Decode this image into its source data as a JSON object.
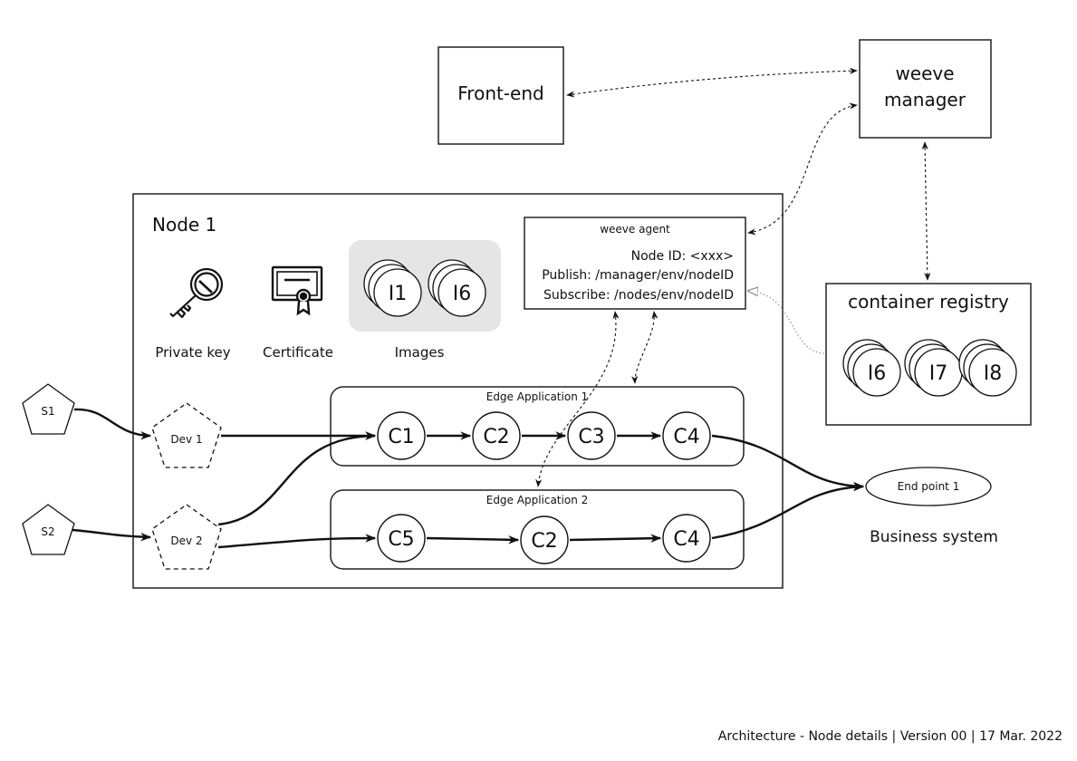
{
  "frontend": {
    "label": "Front-end"
  },
  "manager": {
    "line1": "weeve",
    "line2": "manager"
  },
  "registry": {
    "title": "container registry",
    "images": [
      "I6",
      "I7",
      "I8"
    ]
  },
  "node": {
    "title": "Node 1",
    "private_key_label": "Private key",
    "certificate_label": "Certificate",
    "images_label": "Images",
    "images": [
      "I1",
      "I6"
    ],
    "agent": {
      "title": "weeve agent",
      "node_id": "Node ID: <xxx>",
      "publish": "Publish: /manager/env/nodeID",
      "subscribe": "Subscribe: /nodes/env/nodeID"
    },
    "sources": [
      "S1",
      "S2"
    ],
    "devices": [
      "Dev 1",
      "Dev 2"
    ],
    "apps": [
      {
        "title": "Edge Application 1",
        "containers": [
          "C1",
          "C2",
          "C3",
          "C4"
        ]
      },
      {
        "title": "Edge Application 2",
        "containers": [
          "C5",
          "C2",
          "C4"
        ]
      }
    ]
  },
  "endpoint": {
    "label": "End point 1",
    "caption": "Business system"
  },
  "footer": "Architecture - Node details | Version 00 | 17 Mar. 2022"
}
